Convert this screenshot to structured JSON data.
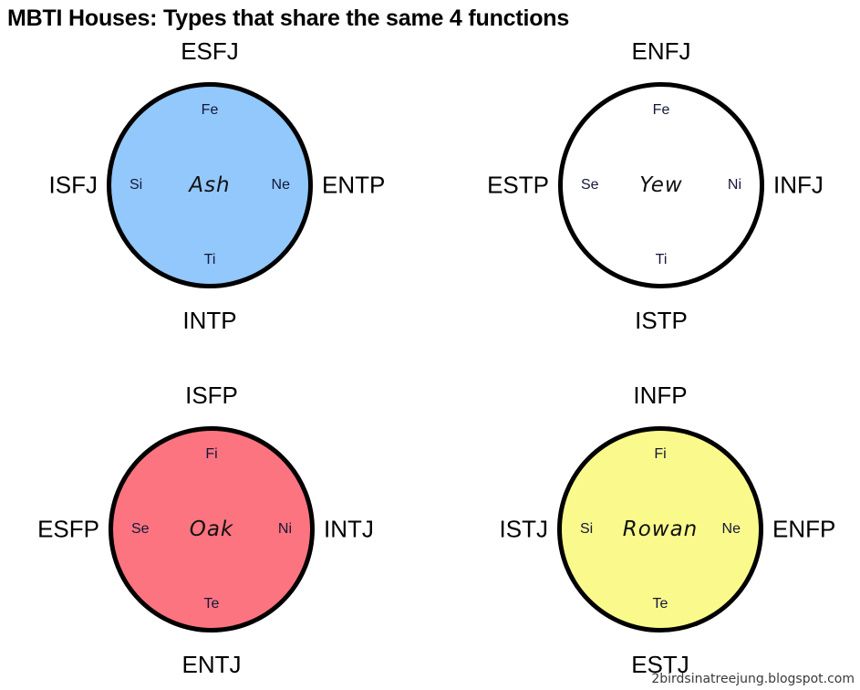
{
  "page": {
    "title": "MBTI Houses: Types that share the same 4 functions",
    "watermark": "2birdsinatreejung.blogspot.com",
    "background_color": "#ffffff",
    "outline_color": "#000000"
  },
  "houses": [
    {
      "name": "Ash",
      "fill_color": "#92c8fc",
      "functions": {
        "top": "Fe",
        "right": "Ne",
        "bottom": "Ti",
        "left": "Si"
      },
      "types": {
        "top": "ESFJ",
        "right": "ENTP",
        "bottom": "INTP",
        "left": "ISFJ"
      }
    },
    {
      "name": "Yew",
      "fill_color": "#ffffff",
      "functions": {
        "top": "Fe",
        "right": "Ni",
        "bottom": "Ti",
        "left": "Se"
      },
      "types": {
        "top": "ENFJ",
        "right": "INFJ",
        "bottom": "ISTP",
        "left": "ESTP"
      }
    },
    {
      "name": "Oak",
      "fill_color": "#fb7480",
      "functions": {
        "top": "Fi",
        "right": "Ni",
        "bottom": "Te",
        "left": "Se"
      },
      "types": {
        "top": "ISFP",
        "right": "INTJ",
        "bottom": "ENTJ",
        "left": "ESFP"
      }
    },
    {
      "name": "Rowan",
      "fill_color": "#fafa8c",
      "functions": {
        "top": "Fi",
        "right": "Ne",
        "bottom": "Te",
        "left": "Si"
      },
      "types": {
        "top": "INFP",
        "right": "ENFP",
        "bottom": "ESTJ",
        "left": "ISTJ"
      }
    }
  ]
}
